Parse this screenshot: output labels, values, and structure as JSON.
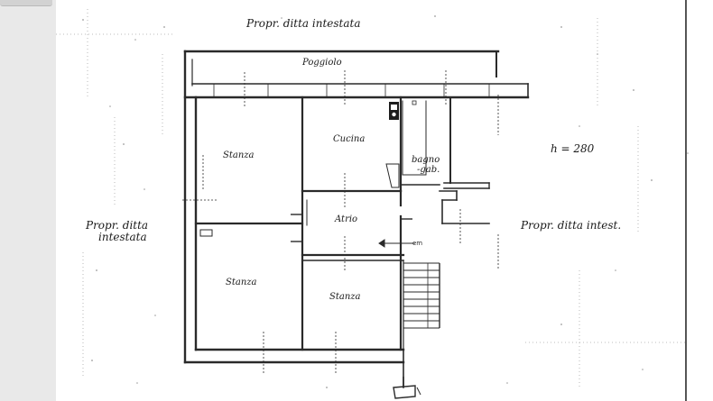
{
  "plan": {
    "top_neighbor": "Propr. ditta intestata",
    "left_neighbor": [
      "Propr. ditta",
      "intestata"
    ],
    "right_neighbor": "Propr. ditta intest.",
    "balcony": "Poggiolo",
    "height_note": "h = 280",
    "rooms": {
      "kitchen": "Cucina",
      "bedroom_top_left": "Stanza",
      "bedroom_bottom_left": "Stanza",
      "bedroom_bottom_right": "Stanza",
      "entry": "Atrio",
      "bathroom": [
        "bagno",
        "-gab."
      ]
    }
  }
}
